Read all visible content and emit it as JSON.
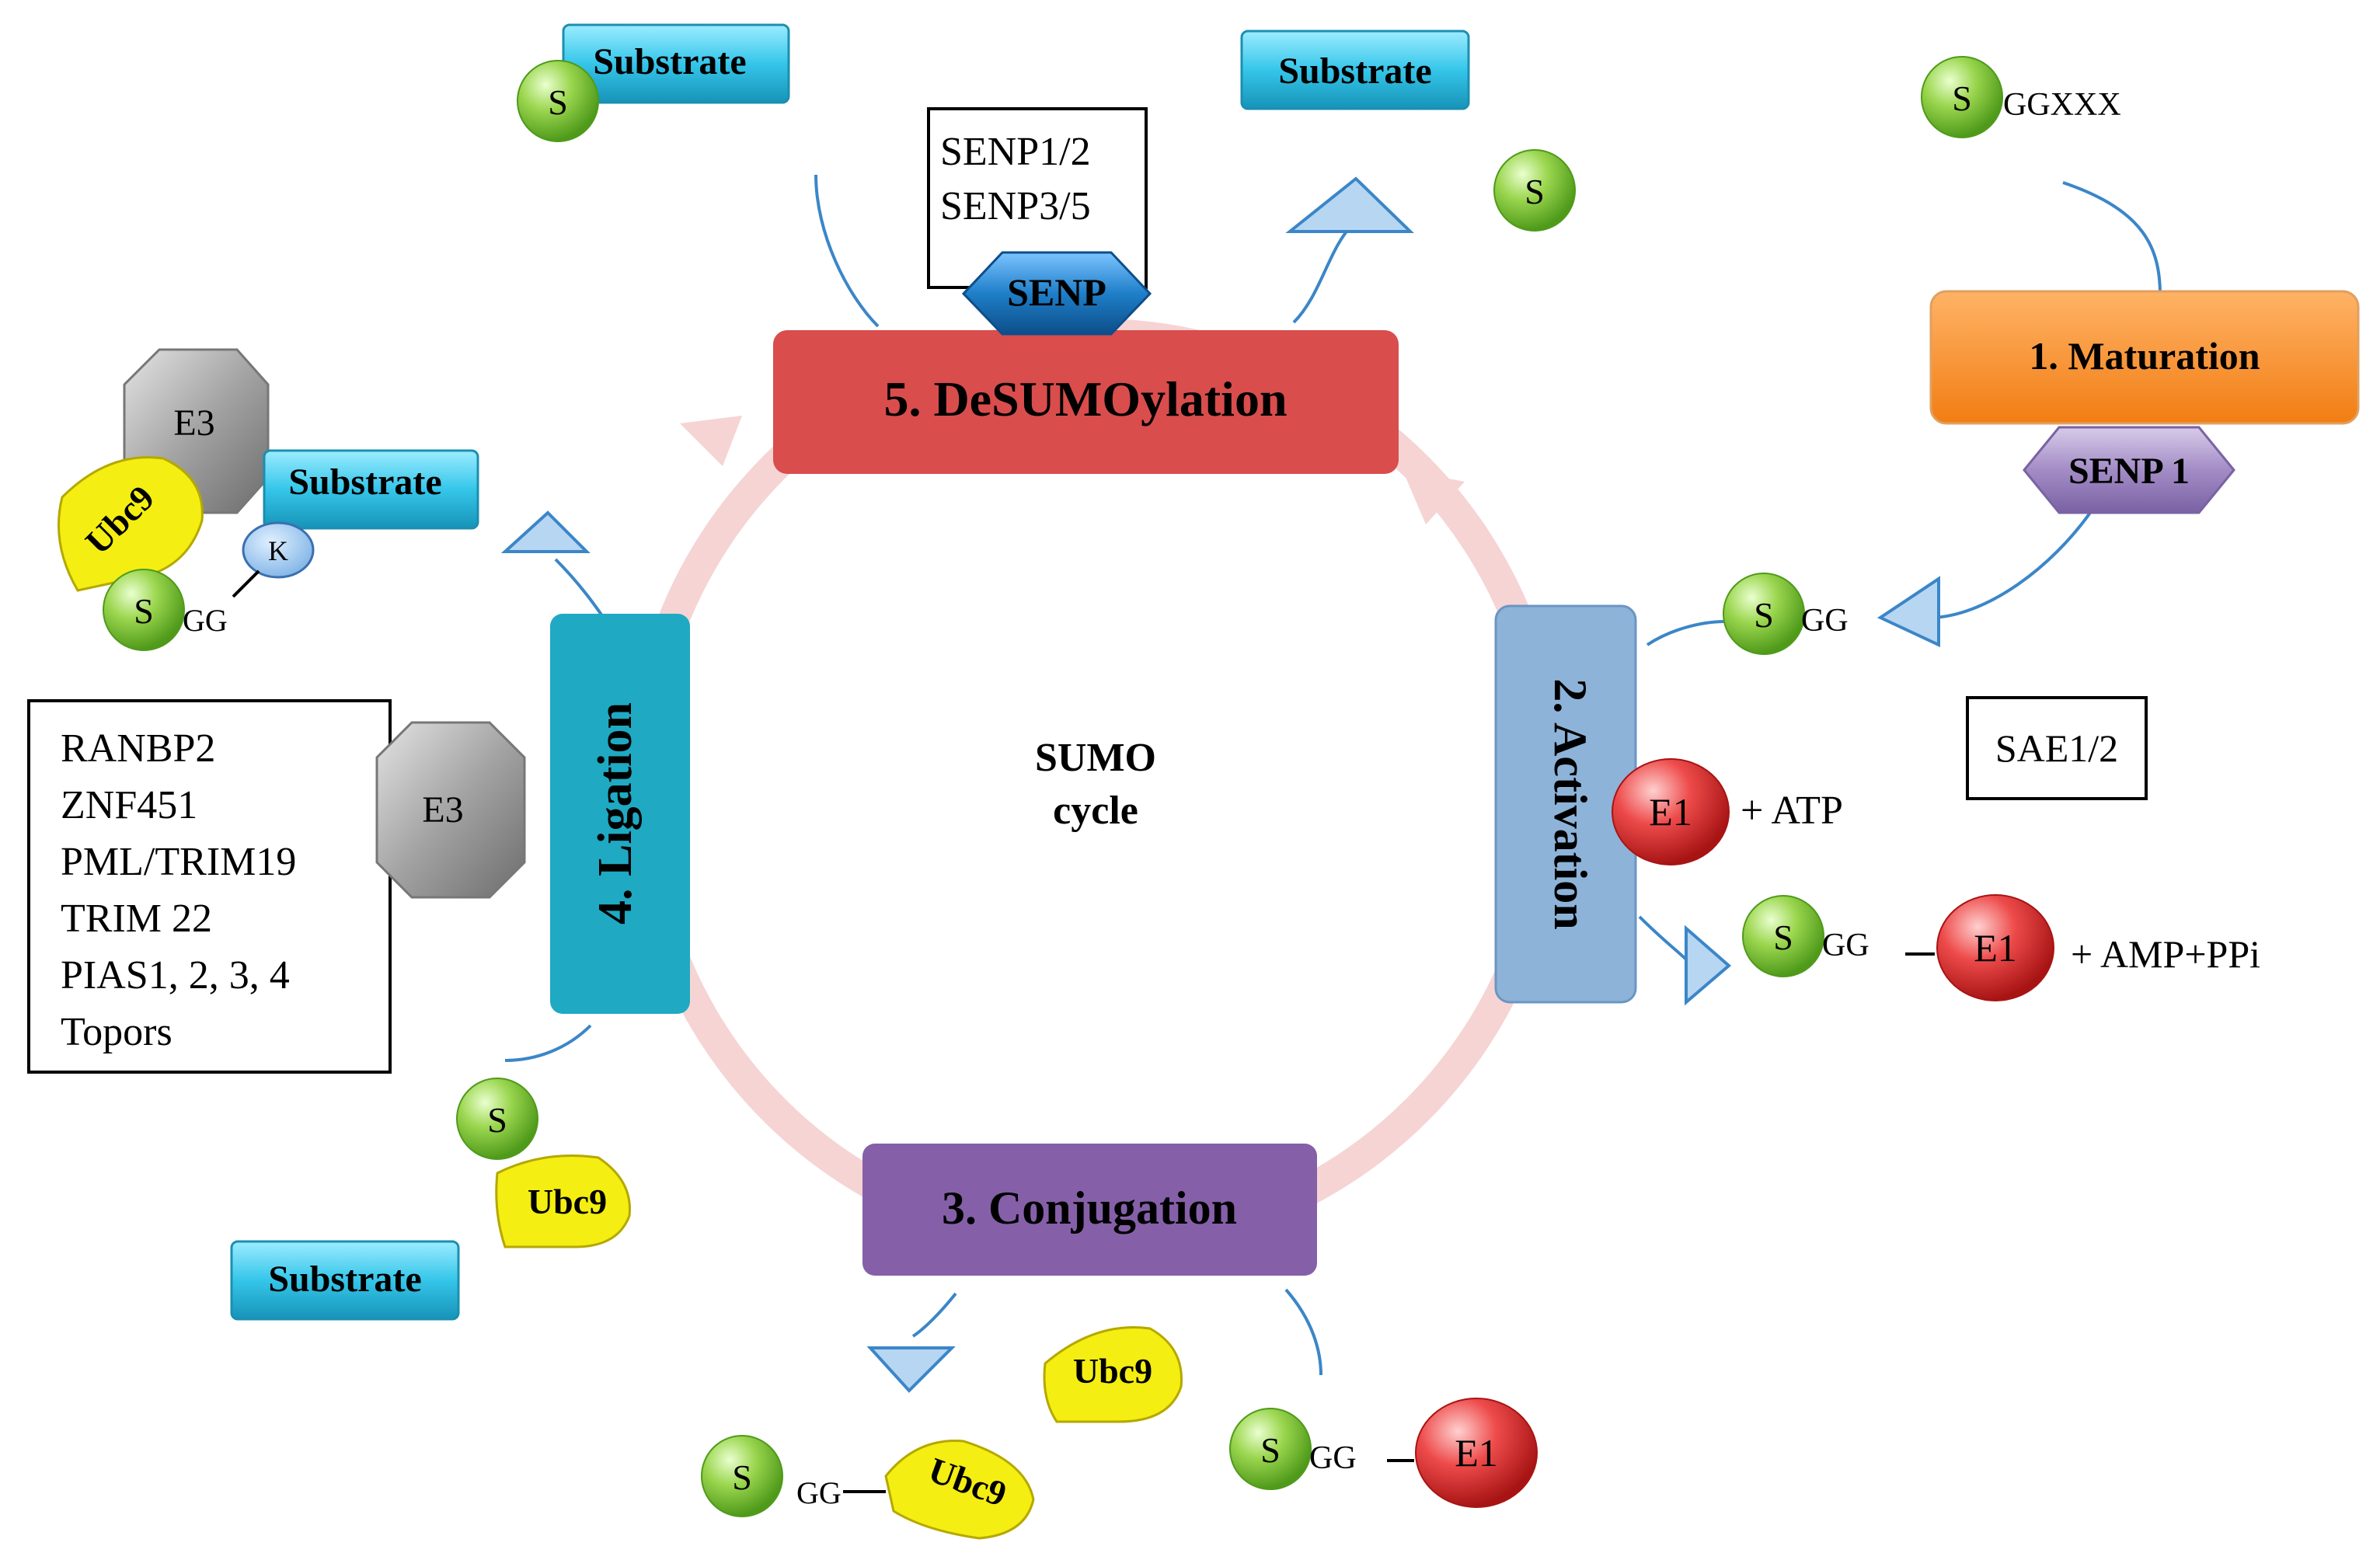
{
  "center": {
    "line1": "SUMO",
    "line2": "cycle"
  },
  "steps": {
    "maturation": "1. Maturation",
    "activation": "2. Activation",
    "conjugation": "3. Conjugation",
    "ligation": "4. Ligation",
    "desumoylation": "5. DeSUMOylation"
  },
  "labels": {
    "sumo": "S",
    "gg": "GG",
    "ggxxx": "GGXXX",
    "substrate": "Substrate",
    "senp": "SENP",
    "senp1": "SENP 1",
    "e1": "E1",
    "e3": "E3",
    "ubc9": "Ubc9",
    "k": "K",
    "plus_atp": "+ ATP",
    "plus_amp_ppi": "+ AMP+PPi"
  },
  "boxes": {
    "senp_variants": [
      "SENP1/2",
      "SENP3/5"
    ],
    "sae": "SAE1/2",
    "e3_ligases": [
      "RANBP2",
      "ZNF451",
      "PML/TRIM19",
      "TRIM 22",
      "PIAS1, 2, 3, 4",
      "Topors"
    ]
  },
  "colors": {
    "maturation": "#f58a1f",
    "activation": "#8db3d9",
    "conjugation": "#8560a8",
    "ligation": "#1fa9c2",
    "desumoylation": "#d94d4d",
    "substrate": "#33c6e6",
    "sumo_green": "#8fd14f",
    "e1_red": "#e63b3b",
    "ubc9_yellow": "#f2ec12",
    "e3_gray": "#9a9a9a",
    "senp_blue": "#1f7fc9",
    "senp1_purple": "#a38cc6",
    "arrow_blue": "#6fa8dc",
    "cycle_pink": "#f4cccc"
  }
}
